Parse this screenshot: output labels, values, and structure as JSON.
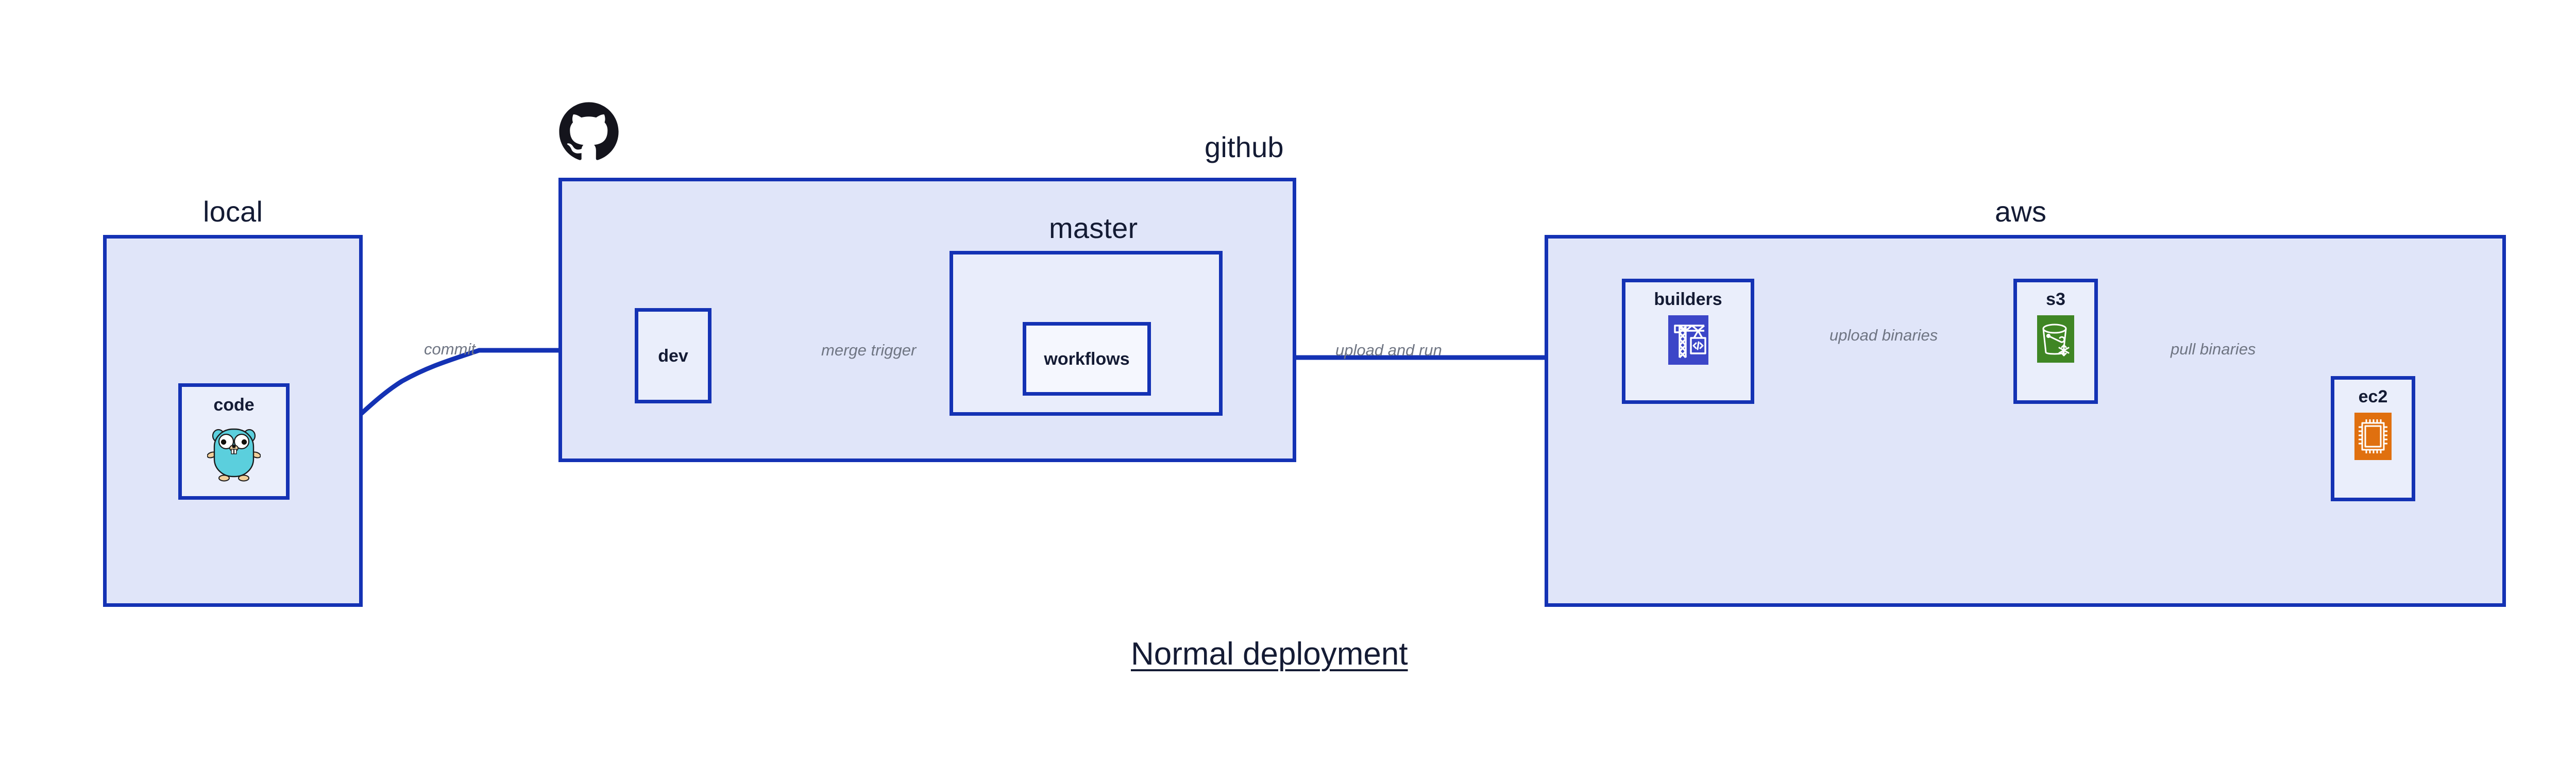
{
  "diagram": {
    "caption": "Normal deployment",
    "accent_color": "#1432b4",
    "group_fill": "#e0e5f9",
    "subgroup_fill": "#e9edfb",
    "node_fill": "#eaeefb",
    "node_fill_light": "#f5f7fe",
    "label_color": "#6f7583",
    "text_color": "#141b34"
  },
  "groups": {
    "local": {
      "title": "local"
    },
    "github": {
      "title": "github",
      "logo_icon": "github-octocat-icon"
    },
    "master": {
      "title": "master"
    },
    "aws": {
      "title": "aws"
    }
  },
  "nodes": {
    "code": {
      "label": "code",
      "icon": "go-gopher-icon",
      "icon_color": "#5bcfdd"
    },
    "dev": {
      "label": "dev",
      "icon": null,
      "icon_color": null
    },
    "workflows": {
      "label": "workflows",
      "icon": null,
      "icon_color": null
    },
    "builders": {
      "label": "builders",
      "icon": "aws-codebuild-icon",
      "icon_color": "#3c46c8"
    },
    "s3": {
      "label": "s3",
      "icon": "aws-s3-glacier-icon",
      "icon_color": "#3f8624"
    },
    "ec2": {
      "label": "ec2",
      "icon": "aws-ec2-chip-icon",
      "icon_color": "#e0700f"
    }
  },
  "edges": [
    {
      "id": "commit",
      "label": "commit",
      "from": "code",
      "to": "dev"
    },
    {
      "id": "merge-trigger",
      "label": "merge trigger",
      "from": "dev",
      "to": "workflows"
    },
    {
      "id": "upload-and-run",
      "label": "upload and run",
      "from": "workflows",
      "to": "builders"
    },
    {
      "id": "upload-binaries",
      "label": "upload binaries",
      "from": "builders",
      "to": "s3"
    },
    {
      "id": "pull-binaries",
      "label": "pull binaries",
      "from": "s3",
      "to": "ec2"
    }
  ]
}
